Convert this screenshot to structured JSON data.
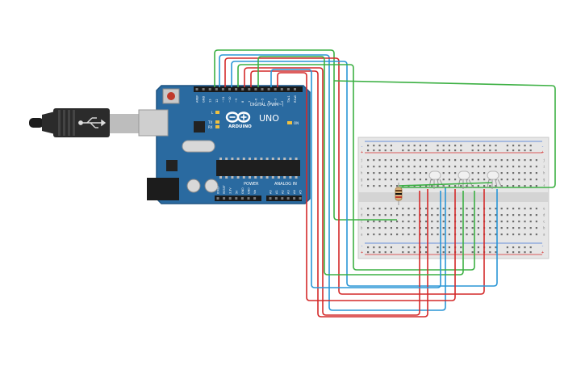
{
  "board": {
    "brand": "ARDUINO",
    "model": "UNO",
    "digital_label": "DIGITAL (PWM~)",
    "power_label": "POWER",
    "analog_label": "ANALOG IN",
    "on_label": "ON",
    "l_label": "L",
    "tx_label": "TX",
    "rx_label": "RX",
    "digital_pins": [
      "AREF",
      "GND",
      "13",
      "12",
      "~11",
      "~10",
      "~9",
      "8",
      "7",
      "~6",
      "~5",
      "4",
      "~3",
      "2",
      "TX▸1",
      "RX◂0"
    ],
    "power_pins": [
      "IOREF",
      "RESET",
      "3.3V",
      "5V",
      "GND",
      "GND",
      "Vin"
    ],
    "analog_pins": [
      "A0",
      "A1",
      "A2",
      "A3",
      "A4",
      "A5"
    ]
  },
  "breadboard": {
    "rail_plus": "+",
    "rail_minus": "-",
    "row_letters_top": [
      "j",
      "i",
      "h",
      "g",
      "f"
    ],
    "row_letters_bottom": [
      "e",
      "d",
      "c",
      "b",
      "a"
    ]
  },
  "colors": {
    "board": "#2a6aa0",
    "board_edge": "#1f5482",
    "wire_green": "#3cb043",
    "wire_red": "#d42a2a",
    "wire_blue": "#2a96d6",
    "breadboard": "#e6e6e6",
    "rail_red": "#d42a2a",
    "rail_blue": "#3a6fd6",
    "usb_cable": "#2b2b2b"
  }
}
